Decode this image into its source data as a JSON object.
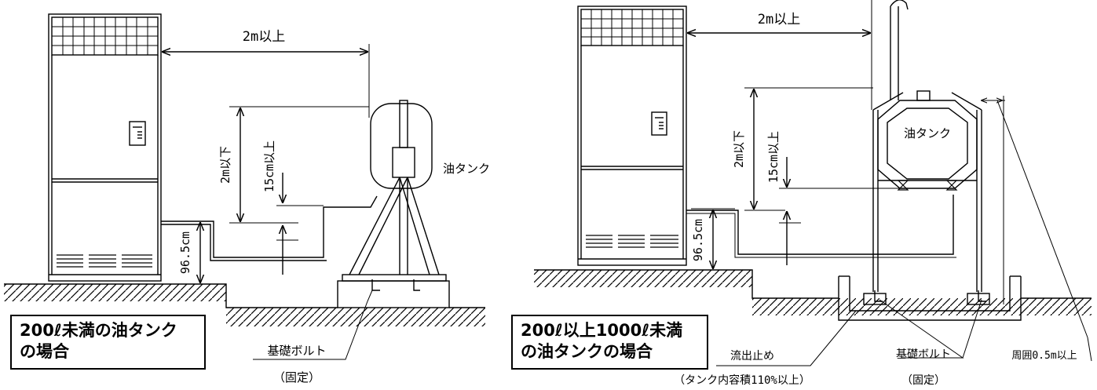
{
  "diagram_left": {
    "caption_line1": "200ℓ未満の油タンク",
    "caption_line2": "の場合",
    "dim_horizontal": "2m以上",
    "dim_height": "2m以下",
    "dim_gap": "15cm以上",
    "dim_unit_height": "96.5cm",
    "tank_label": "油タンク",
    "bolt_label": "基礎ボルト",
    "bolt_note": "（固定）"
  },
  "diagram_right": {
    "caption_line1": "200ℓ以上1000ℓ未満",
    "caption_line2": "の油タンクの場合",
    "dim_horizontal": "2m以上",
    "dim_height": "2m以下",
    "dim_gap": "15cm以上",
    "dim_unit_height": "96.5cm",
    "tank_label": "油タンク",
    "dike_label": "流出止め",
    "dike_note": "（タンク内容積110%以上）",
    "bolt_label": "基礎ボルト",
    "bolt_note": "（固定）",
    "perimeter_label": "周囲0.5m以上"
  }
}
